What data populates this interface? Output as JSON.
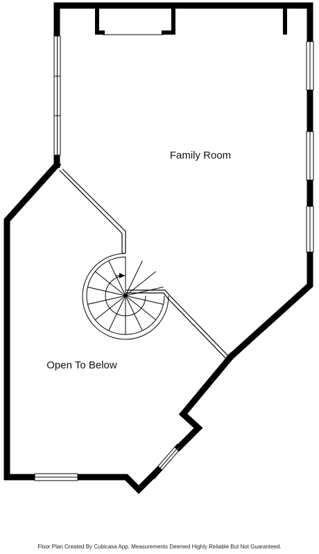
{
  "rooms": [
    {
      "name": "Family Room"
    },
    {
      "name": "Open To Below"
    }
  ],
  "footer": {
    "credit": "Floor Plan Created By Cubicasa App. Measurements Deemed Highly Reliable But Not Guaranteed."
  },
  "colors": {
    "wall": "#000000",
    "background": "#ffffff"
  },
  "icons": {
    "stair_direction": "arrow-icon"
  }
}
